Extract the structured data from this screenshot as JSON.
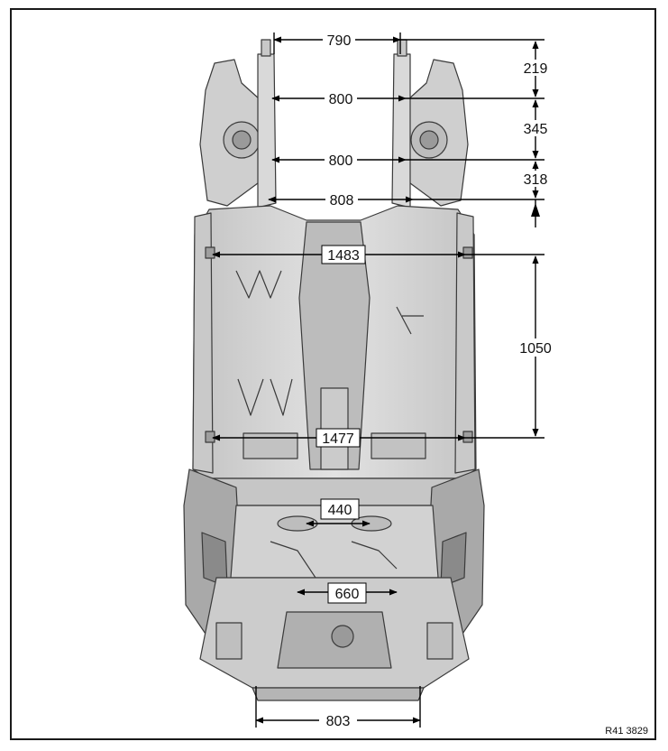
{
  "diagram": {
    "reference_code": "R41 3829",
    "colors": {
      "body_fill": "#d6d6d6",
      "body_shade": "#b8b8b8",
      "body_dark": "#8e8e8e",
      "outline": "#3a3a3a",
      "dimension_line": "#000000",
      "label_bg": "#ffffff"
    },
    "dimensions": {
      "d790": "790",
      "d800a": "800",
      "d800b": "800",
      "d808": "808",
      "d1483": "1483",
      "d1477": "1477",
      "d440": "440",
      "d660": "660",
      "d803": "803",
      "d219": "219",
      "d345": "345",
      "d318": "318",
      "d1050": "1050"
    }
  }
}
